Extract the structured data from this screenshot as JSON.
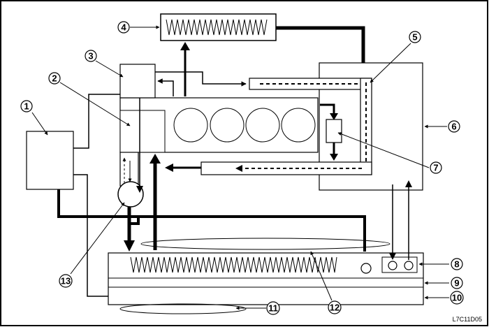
{
  "callouts": [
    {
      "id": "1",
      "label": "1"
    },
    {
      "id": "2",
      "label": "2"
    },
    {
      "id": "3",
      "label": "3"
    },
    {
      "id": "4",
      "label": "4"
    },
    {
      "id": "5",
      "label": "5"
    },
    {
      "id": "6",
      "label": "6"
    },
    {
      "id": "7",
      "label": "7"
    },
    {
      "id": "8",
      "label": "8"
    },
    {
      "id": "9",
      "label": "9"
    },
    {
      "id": "10",
      "label": "10"
    },
    {
      "id": "11",
      "label": "11"
    },
    {
      "id": "12",
      "label": "12"
    },
    {
      "id": "13",
      "label": "13"
    }
  ],
  "reference_code": "L7C11D05",
  "colors": {
    "line": "#000000",
    "background": "#ffffff"
  }
}
